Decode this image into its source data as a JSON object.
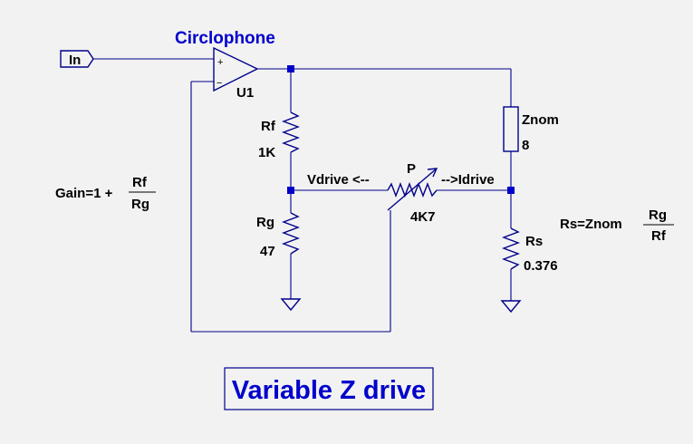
{
  "schematic": {
    "opamp_model": "Circlophone",
    "opamp_ref": "U1",
    "opamp_plus": "+",
    "opamp_minus": "−",
    "input_label": "In",
    "rf": {
      "name": "Rf",
      "value": "1K"
    },
    "rg": {
      "name": "Rg",
      "value": "47"
    },
    "pot": {
      "name": "P",
      "value": "4K7"
    },
    "znom": {
      "name": "Znom",
      "value": "8"
    },
    "rs": {
      "name": "Rs",
      "value": "0.376"
    },
    "vdrive_label": "Vdrive <--",
    "idrive_label": "-->Idrive",
    "gain_formula": {
      "prefix": "Gain=1 +",
      "numerator": "Rf",
      "denominator": "Rg"
    },
    "rs_formula": {
      "prefix": "Rs=Znom",
      "numerator": "Rg",
      "denominator": "Rf"
    },
    "caption": "Variable Z drive",
    "colors": {
      "wire": "#00008b",
      "junction": "#0000cc",
      "title": "#0000cc",
      "background": "#f2f2f2"
    }
  }
}
